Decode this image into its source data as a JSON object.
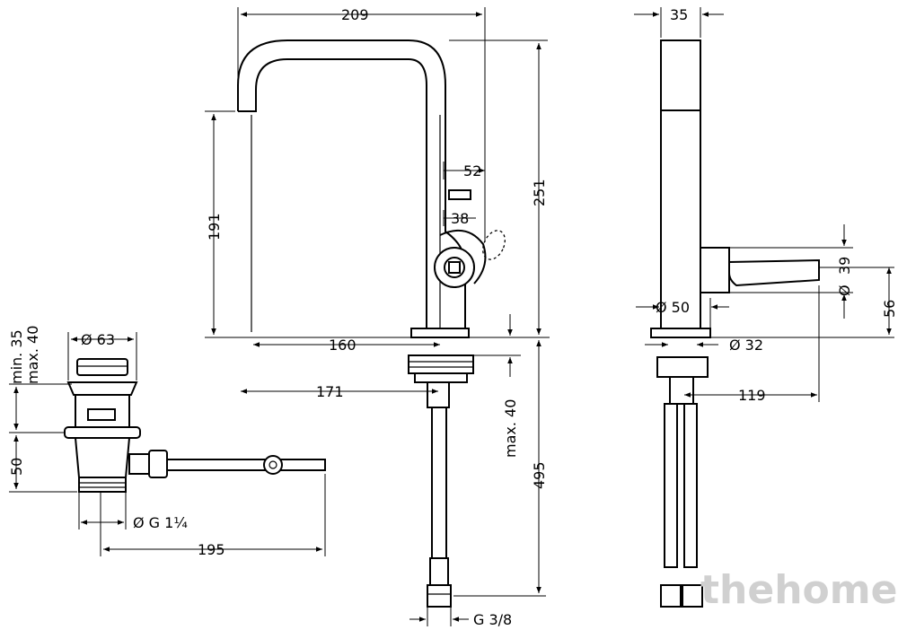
{
  "dimensions": {
    "d209": "209",
    "d35_top": "35",
    "d52": "52",
    "d38": "38",
    "d251": "251",
    "d191": "191",
    "d160": "160",
    "d171": "171",
    "max40": "max. 40",
    "d495": "495",
    "g38": "G 3/8",
    "d39": "39",
    "d56": "56",
    "dia_small": "Ø",
    "d50_dia": "Ø 50",
    "d32_dia": "Ø 32",
    "d119": "119",
    "d63_dia": "Ø 63",
    "min35": "min. 35",
    "max40_waste": "max. 40",
    "d50_waste": "50",
    "g114": "Ø G 1¼",
    "d195": "195"
  },
  "watermark": "thehome"
}
